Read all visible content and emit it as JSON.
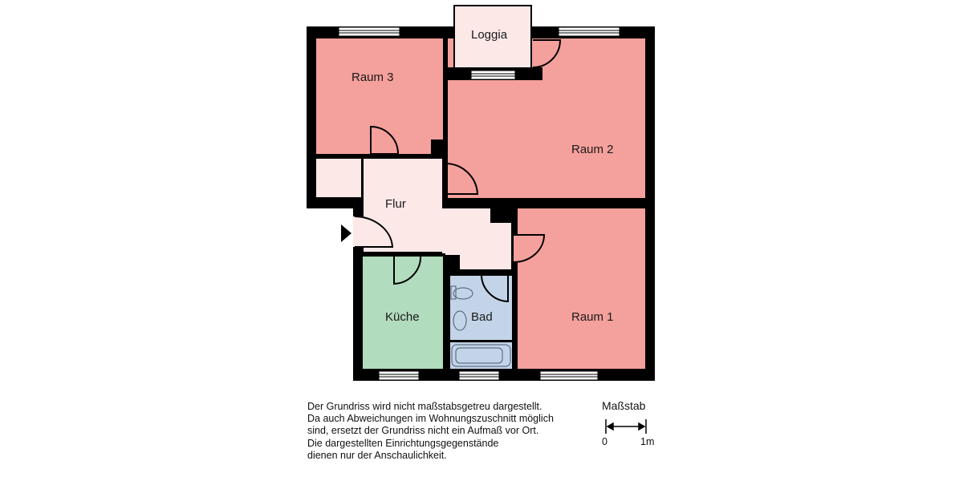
{
  "rooms": {
    "raum3": {
      "label": "Raum 3",
      "color": "#f4a09c"
    },
    "raum2": {
      "label": "Raum 2",
      "color": "#f4a09c"
    },
    "raum1": {
      "label": "Raum 1",
      "color": "#f4a09c"
    },
    "loggia": {
      "label": "Loggia",
      "color": "#fde8e8"
    },
    "flur": {
      "label": "Flur",
      "color": "#fde8e8"
    },
    "kueche": {
      "label": "Küche",
      "color": "#b1dcbd"
    },
    "bad": {
      "label": "Bad",
      "color": "#c3d4e8"
    }
  },
  "colors": {
    "wall": "#000000",
    "window": "#ffffff"
  },
  "disclaimer": {
    "lines": [
      "Der Grundriss wird nicht maßstabsgetreu dargestellt.",
      "Da auch Abweichungen im Wohnungszuschnitt möglich",
      "sind, ersetzt der Grundriss nicht ein Aufmaß vor Ort.",
      "Die dargestellten Einrichtungsgegenstände",
      "dienen nur der Anschaulichkeit."
    ]
  },
  "scale": {
    "title": "Maßstab",
    "start": "0",
    "end": "1m"
  }
}
